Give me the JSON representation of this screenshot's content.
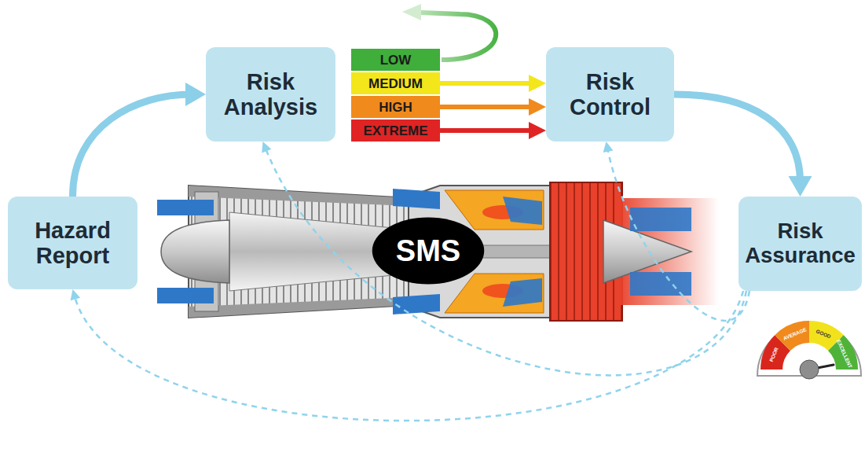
{
  "diagram": {
    "nodes": [
      {
        "text": [
          "Hazard Report"
        ]
      },
      {
        "text": [
          "Risk Analysis"
        ]
      },
      {
        "text": [
          "LOW"
        ]
      },
      {
        "text": [
          "MEDIUM"
        ]
      },
      {
        "text": [
          "HIGH"
        ]
      },
      {
        "text": [
          "EXTREME"
        ]
      },
      {
        "text": [
          "Risk Control"
        ]
      },
      {
        "text": [
          "Risk Assurance"
        ]
      },
      {
        "text": [
          "SMS"
        ]
      }
    ],
    "edges": [
      {
        "from": 0,
        "to": 1,
        "arrow": "to"
      },
      {
        "from": 3,
        "to": 6,
        "arrow": "to"
      },
      {
        "from": 4,
        "to": 6,
        "arrow": "to"
      },
      {
        "from": 5,
        "to": 6,
        "arrow": "to"
      },
      {
        "from": 6,
        "to": 7,
        "arrow": "to"
      },
      {
        "from": 7,
        "to": 6,
        "arrow": "to"
      },
      {
        "from": 7,
        "to": 1,
        "arrow": "to"
      },
      {
        "from": 7,
        "to": 0,
        "arrow": "to"
      }
    ],
    "labels": [
      "POOR",
      "AVERAGE",
      "GOOD",
      "EXCELLENT"
    ]
  }
}
